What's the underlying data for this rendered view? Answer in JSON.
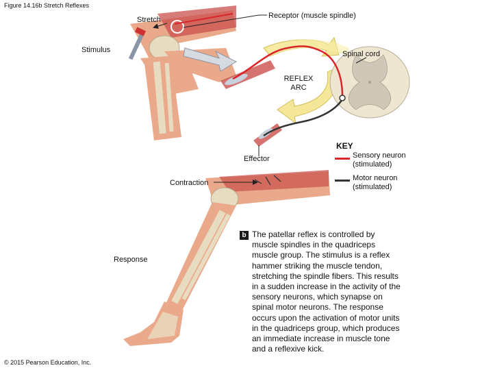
{
  "figure_title": "Figure 14.16b Stretch Reflexes",
  "labels": {
    "stretch": "Stretch",
    "receptor": "Receptor (muscle spindle)",
    "stimulus": "Stimulus",
    "spinal_cord": "Spinal cord",
    "reflex_arc_line1": "REFLEX",
    "reflex_arc_line2": "ARC",
    "effector": "Effector",
    "contraction": "Contraction",
    "response": "Response"
  },
  "key": {
    "title": "KEY",
    "items": [
      {
        "line1": "Sensory neuron",
        "line2": "(stimulated)",
        "color": "#d9252a"
      },
      {
        "line1": "Motor neuron",
        "line2": "(stimulated)",
        "color": "#333333"
      }
    ]
  },
  "panel_badge": "b",
  "caption": "The patellar reflex is controlled by muscle spindles in the quadriceps muscle group. The stimulus is a reflex hammer striking the muscle tendon, stretching the spindle fibers. This results in a sudden increase in the activity of the sensory neurons, which synapse on spinal motor neurons. The response occurs upon the activation of motor units in the quadriceps group, which produces an immediate increase in muscle tone and a reflexive kick.",
  "copyright": "© 2015 Pearson Education, Inc.",
  "colors": {
    "skin": "#eaa98a",
    "skin_dark": "#d98c6c",
    "bone": "#e8dcc0",
    "muscle": "#c9504c",
    "sensory": "#d9252a",
    "motor": "#333333",
    "arrow_yellow": "#f5e79a",
    "spinal_gray": "#cfc7b8",
    "spinal_white": "#efe6d2"
  }
}
